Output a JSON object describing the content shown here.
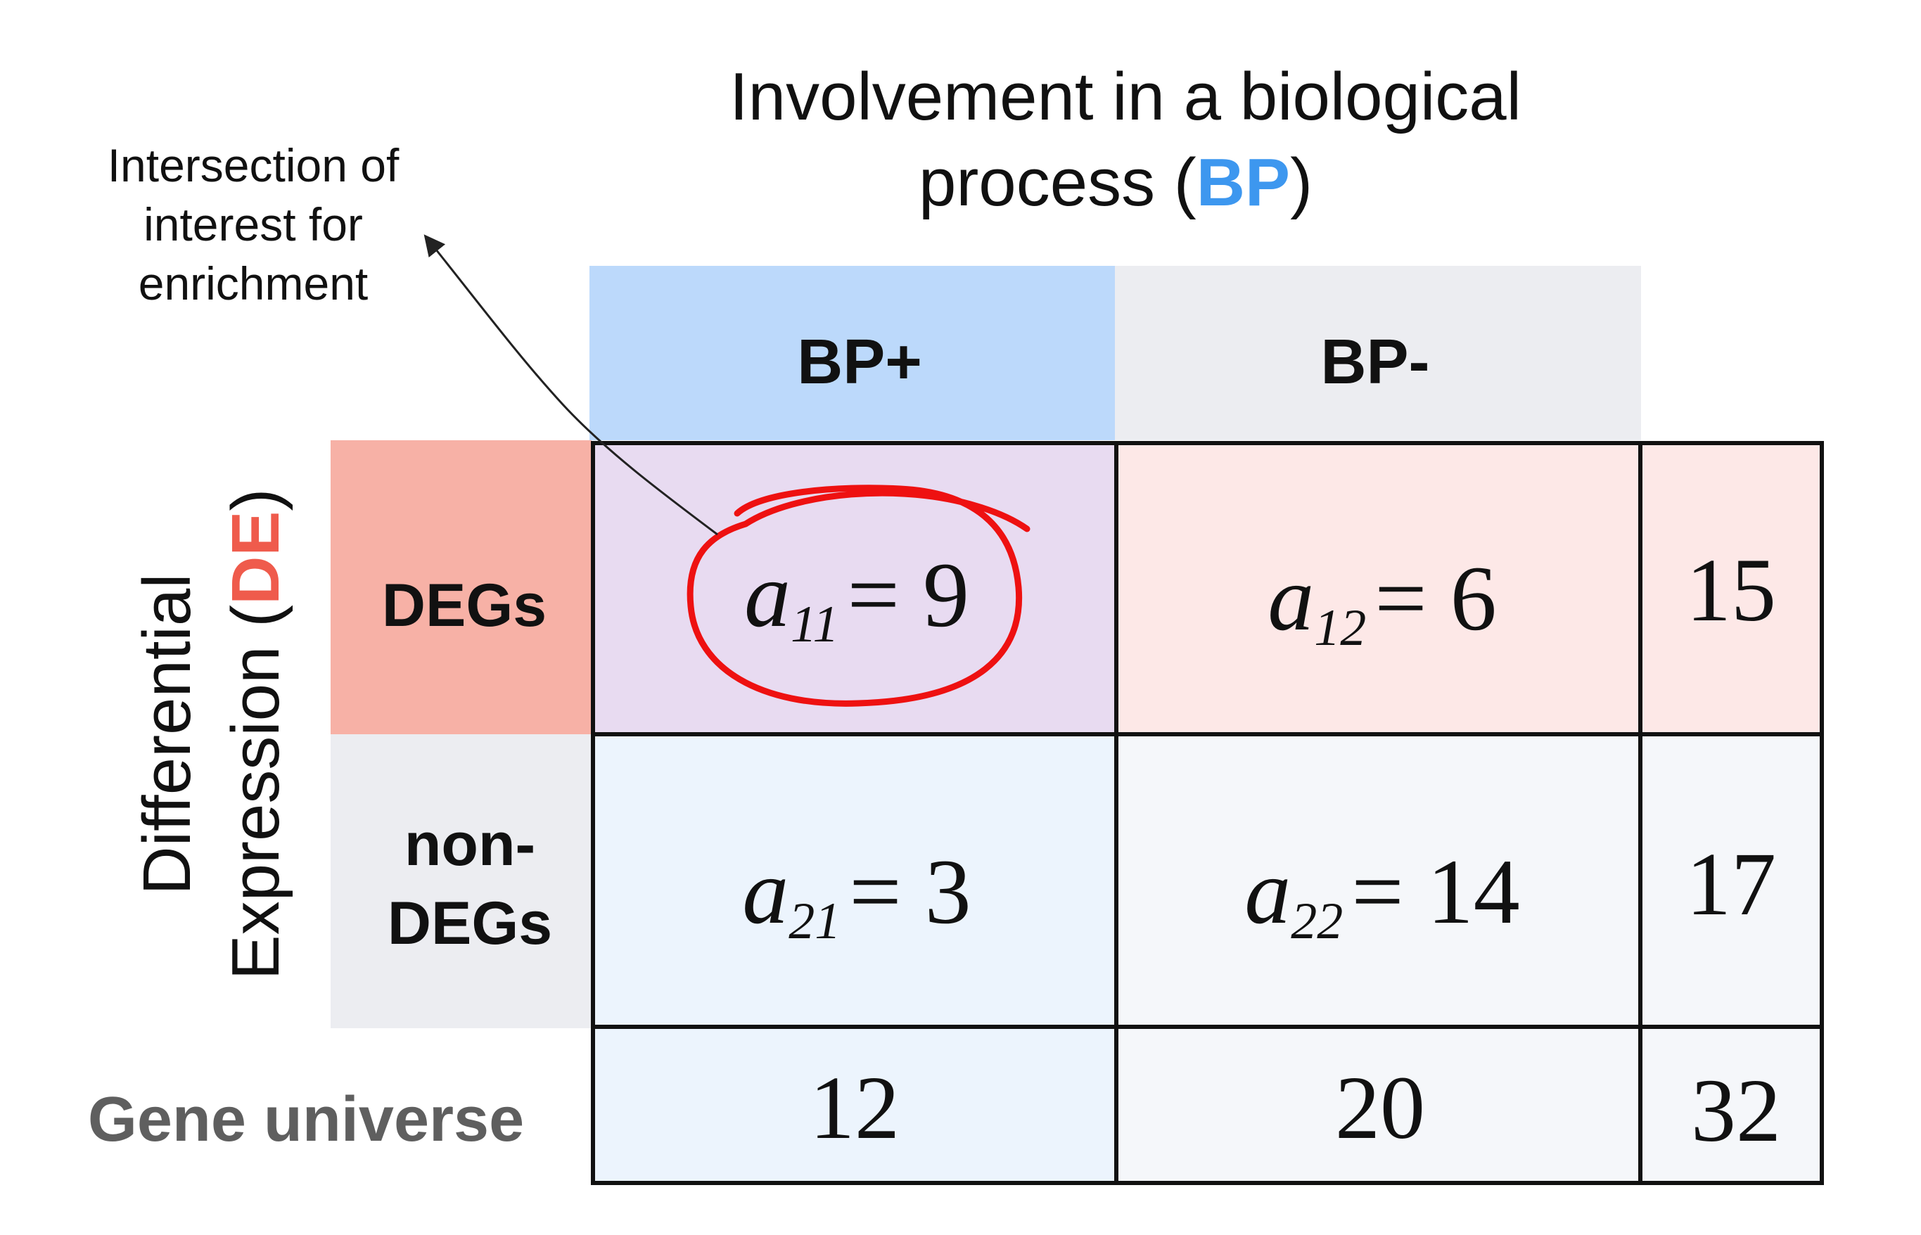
{
  "title": {
    "line1": "Involvement in a biological",
    "line2_prefix": "process (",
    "line2_highlight": "BP",
    "line2_suffix": ")"
  },
  "annotation": {
    "lines": [
      "Intersection of",
      "interest for",
      "enrichment"
    ]
  },
  "row_axis": {
    "line1": "Differential",
    "line2_prefix": "Expression (",
    "line2_highlight": "DE",
    "line2_suffix": ")"
  },
  "columns": [
    {
      "label": "BP+"
    },
    {
      "label": "BP-"
    }
  ],
  "rows": [
    {
      "label_lines": [
        "DEGs"
      ]
    },
    {
      "label_lines": [
        "non-",
        "DEGs"
      ]
    }
  ],
  "cells": [
    [
      {
        "var": "a",
        "sub": "11",
        "value": "9"
      },
      {
        "var": "a",
        "sub": "12",
        "value": "6"
      }
    ],
    [
      {
        "var": "a",
        "sub": "21",
        "value": "3"
      },
      {
        "var": "a",
        "sub": "22",
        "value": "14"
      }
    ]
  ],
  "row_totals": [
    "15",
    "17"
  ],
  "footer": {
    "label": "Gene universe",
    "col_totals": [
      "12",
      "20"
    ],
    "grand_total": "32"
  },
  "colors": {
    "title_text": "#111111",
    "bp_highlight": "#3d97ef",
    "de_highlight": "#ef5b4c",
    "header_bp_plus": "#bcd9fb",
    "header_bp_minus": "#ecedf1",
    "row_degs": "#f7b1a6",
    "row_non_degs": "#ecedf1",
    "cell_11": "#e8dbf1",
    "cell_12": "#fde8e7",
    "cell_21": "#ecf4fd",
    "cell_22": "#f5f7fa",
    "row_total_1": "#fde8e7",
    "row_total_2": "#f5f7fa",
    "col_total_1": "#ecf4fd",
    "col_total_2": "#f5f7fa",
    "grand_total": "#f5f7fa",
    "circle": "#ee1111",
    "gene_universe_text": "#5f5f5f"
  }
}
